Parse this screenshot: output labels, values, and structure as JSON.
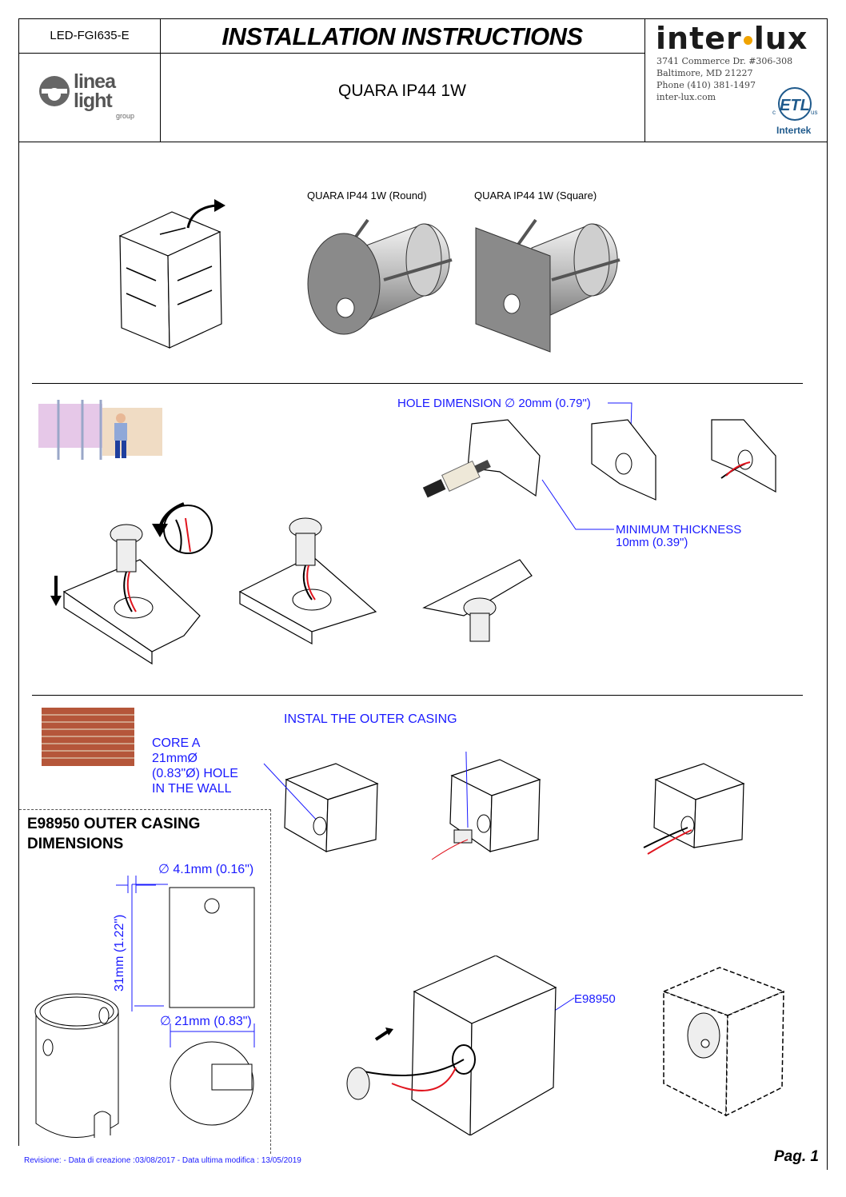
{
  "header": {
    "doc_code": "LED-FGI635-E",
    "title": "INSTALLATION INSTRUCTIONS",
    "product_name": "QUARA IP44 1W",
    "left_logo": {
      "line1": "linea",
      "line2": "light",
      "line3": "group"
    },
    "brand": {
      "part1": "inter",
      "part2": "lux",
      "accent_color": "#f0a300"
    },
    "address": [
      "3741 Commerce Dr. #306-308",
      "Baltimore, MD 21227",
      "Phone (410) 381-1497",
      "inter-lux.com"
    ],
    "cert": {
      "mark": "ETL",
      "left": "c",
      "right": "us",
      "label": "Intertek"
    }
  },
  "section1": {
    "round_label": "QUARA IP44 1W (Round)",
    "square_label": "QUARA IP44 1W (Square)"
  },
  "section2": {
    "hole_dimension": "HOLE DIMENSION ∅ 20mm (0.79\")",
    "min_thickness_line1": "MINIMUM THICKNESS",
    "min_thickness_line2": "10mm (0.39\")"
  },
  "section3": {
    "outer_casing_install": "INSTAL THE OUTER CASING",
    "core_hole": [
      "CORE A",
      "21mmØ",
      "(0.83\"Ø) HOLE",
      "IN THE WALL"
    ],
    "casing_title": [
      "E98950 OUTER CASING",
      "DIMENSIONS"
    ],
    "dim_hole": "∅ 4.1mm (0.16\")",
    "dim_height": "31mm (1.22\")",
    "dim_diameter": "∅ 21mm (0.83\")",
    "part_code": "E98950"
  },
  "footer": {
    "revision": "Revisione:  - Data di creazione :03/08/2017 - Data ultima modifica : 13/05/2019",
    "page": "Pag. 1"
  },
  "colors": {
    "accent_blue": "#1a1aff",
    "wire_red": "#e0141e",
    "brick": "#b5563a"
  }
}
